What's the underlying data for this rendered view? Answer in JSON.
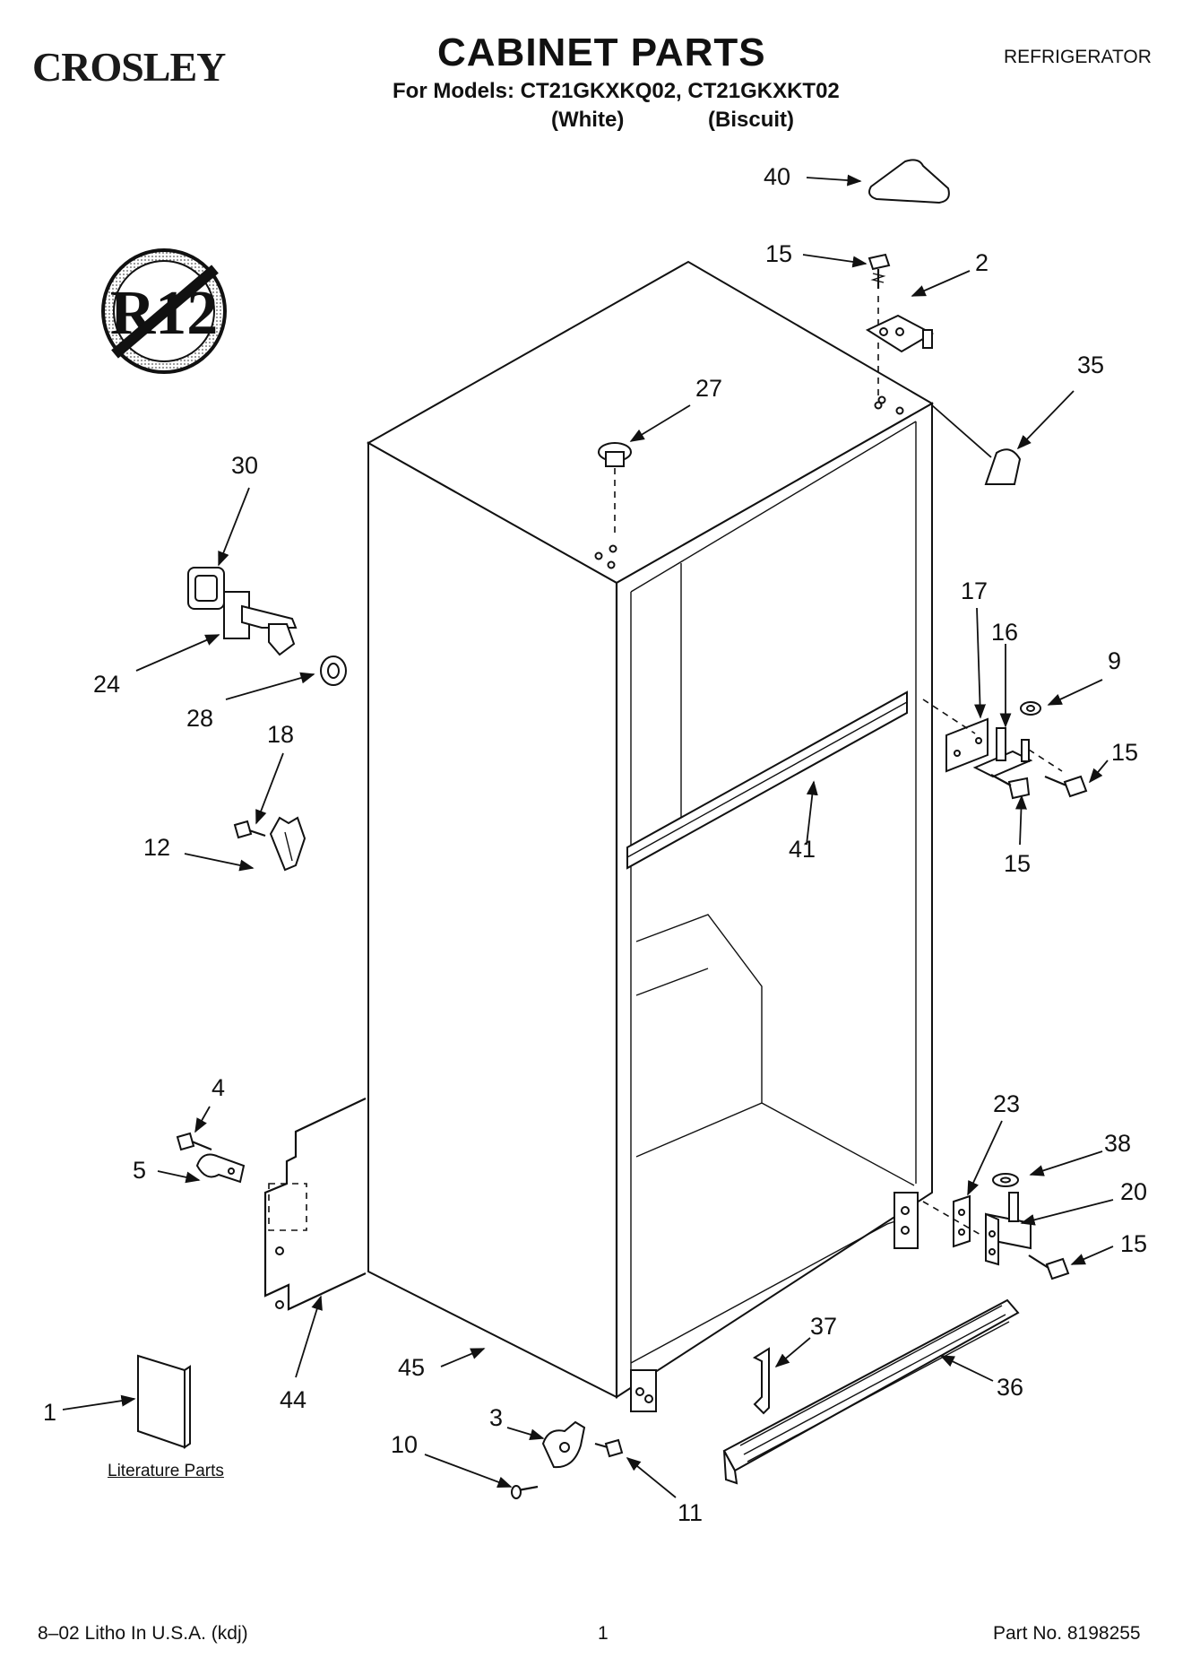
{
  "header": {
    "brand": "CROSLEY",
    "title": "CABINET PARTS",
    "category": "REFRIGERATOR",
    "models_line": "For Models: CT21GKXKQ02, CT21GKXKT02",
    "color_1": "(White)",
    "color_2": "(Biscuit)"
  },
  "emblem": {
    "text": "R12"
  },
  "diagram": {
    "literature_label": "Literature Parts",
    "callouts": {
      "c40": "40",
      "c15a": "15",
      "c2": "2",
      "c35": "35",
      "c27": "27",
      "c30": "30",
      "c24": "24",
      "c28": "28",
      "c18": "18",
      "c12": "12",
      "c17": "17",
      "c16": "16",
      "c9": "9",
      "c15b": "15",
      "c15c": "15",
      "c41": "41",
      "c4": "4",
      "c5": "5",
      "c23": "23",
      "c38": "38",
      "c20": "20",
      "c15d": "15",
      "c37": "37",
      "c36": "36",
      "c45": "45",
      "c44": "44",
      "c1": "1",
      "c3": "3",
      "c10": "10",
      "c11": "11"
    }
  },
  "footer": {
    "left": "8–02 Litho In U.S.A. (kdj)",
    "page": "1",
    "part_no": "Part No. 8198255"
  }
}
